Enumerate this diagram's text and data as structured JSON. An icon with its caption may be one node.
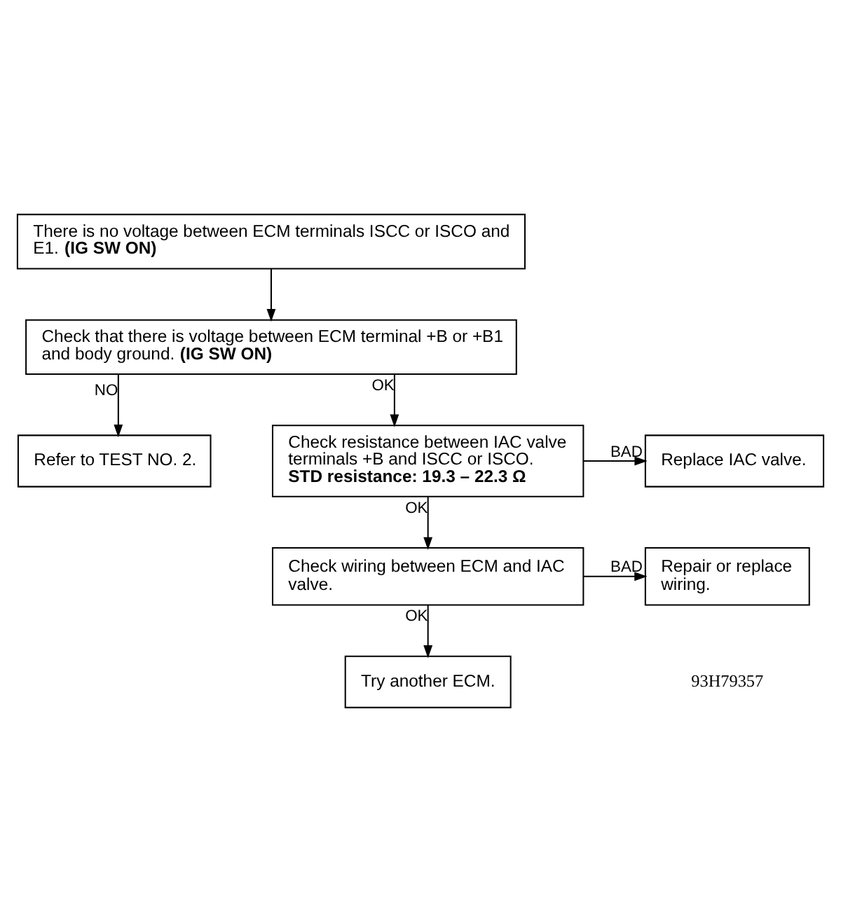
{
  "diagram": {
    "nodes": [
      {
        "text": [
          "There is no voltage between ECM terminals ISCC or ISCO and E1. **(IG SW ON)**"
        ]
      },
      {
        "text": [
          "Check that there is voltage between ECM terminal +B or +B1 and body ground. **(IG SW ON)**"
        ]
      },
      {
        "text": [
          "Refer to TEST NO. 2."
        ]
      },
      {
        "text": [
          "Check resistance between IAC valve terminals +B and ISCC or ISCO.",
          "**STD resistance: 19.3 – 22.3 Ω**"
        ]
      },
      {
        "text": [
          "Replace IAC valve."
        ]
      },
      {
        "text": [
          "Check wiring between ECM and IAC valve."
        ]
      },
      {
        "text": [
          "Repair or replace wiring."
        ]
      },
      {
        "text": [
          "Try another ECM."
        ]
      }
    ],
    "edges": [
      {
        "from": 0,
        "to": 1,
        "arrow": "to"
      },
      {
        "from": 1,
        "to": 3,
        "arrow": "to",
        "label": "OK"
      },
      {
        "from": 1,
        "to": 2,
        "arrow": "to",
        "label": "NO"
      },
      {
        "from": 3,
        "to": 4,
        "arrow": "to",
        "label": "BAD"
      },
      {
        "from": 3,
        "to": 5,
        "arrow": "to",
        "label": "OK"
      },
      {
        "from": 5,
        "to": 6,
        "arrow": "to",
        "label": "BAD"
      },
      {
        "from": 5,
        "to": 7,
        "arrow": "to",
        "label": "OK"
      }
    ],
    "labels": [
      "93H79357"
    ]
  }
}
